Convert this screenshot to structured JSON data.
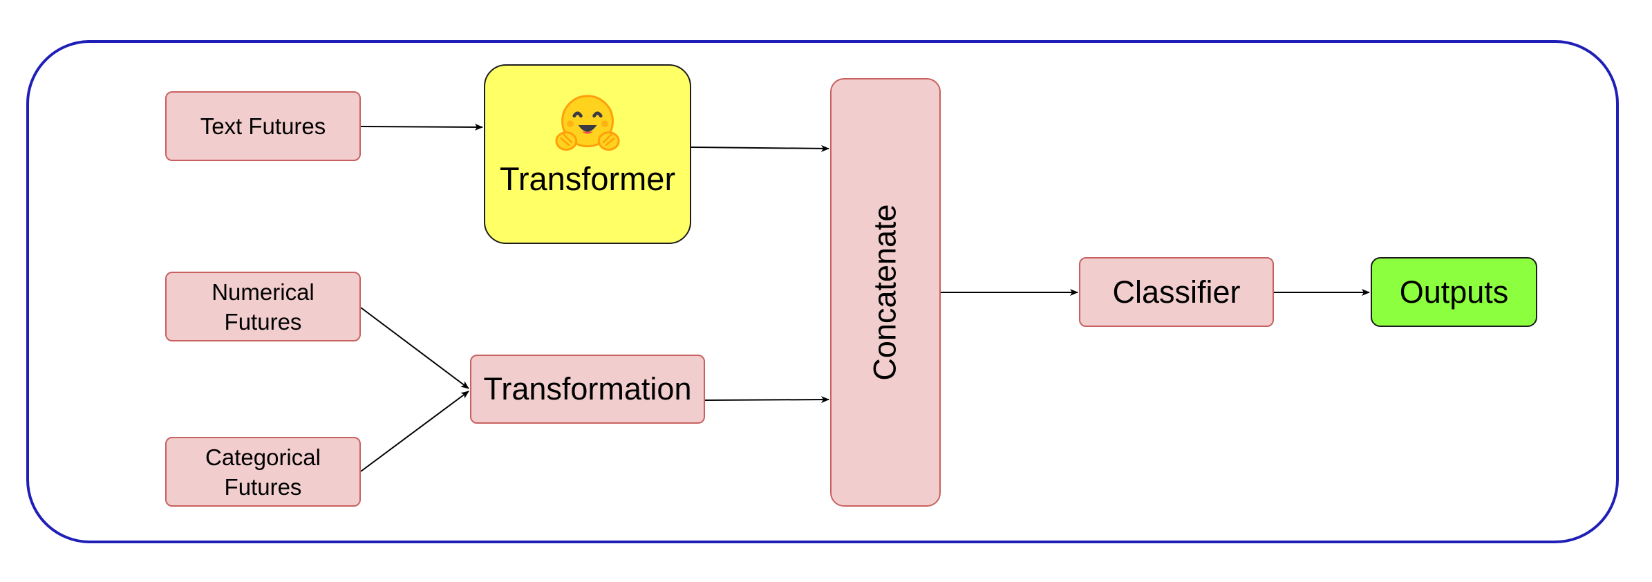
{
  "nodes": {
    "text_features": "Text Futures",
    "numerical_features": "Numerical\nFutures",
    "categorical_features": "Categorical\nFutures",
    "transformer": "Transformer",
    "transformer_icon": "hugging-face-emoji-icon",
    "transformation": "Transformation",
    "concatenate": "Concatenate",
    "classifier": "Classifier",
    "outputs": "Outputs"
  },
  "colors": {
    "frame_border": "#1f1fb8",
    "node_fill": "#f2cdcd",
    "node_border": "#c86060",
    "transformer_fill": "#ffff66",
    "outputs_fill": "#8cff3f",
    "edge": "#000000"
  },
  "edges": [
    {
      "from": "text_features",
      "to": "transformer"
    },
    {
      "from": "transformer",
      "to": "concatenate"
    },
    {
      "from": "numerical_features",
      "to": "transformation"
    },
    {
      "from": "categorical_features",
      "to": "transformation"
    },
    {
      "from": "transformation",
      "to": "concatenate"
    },
    {
      "from": "concatenate",
      "to": "classifier"
    },
    {
      "from": "classifier",
      "to": "outputs"
    }
  ]
}
